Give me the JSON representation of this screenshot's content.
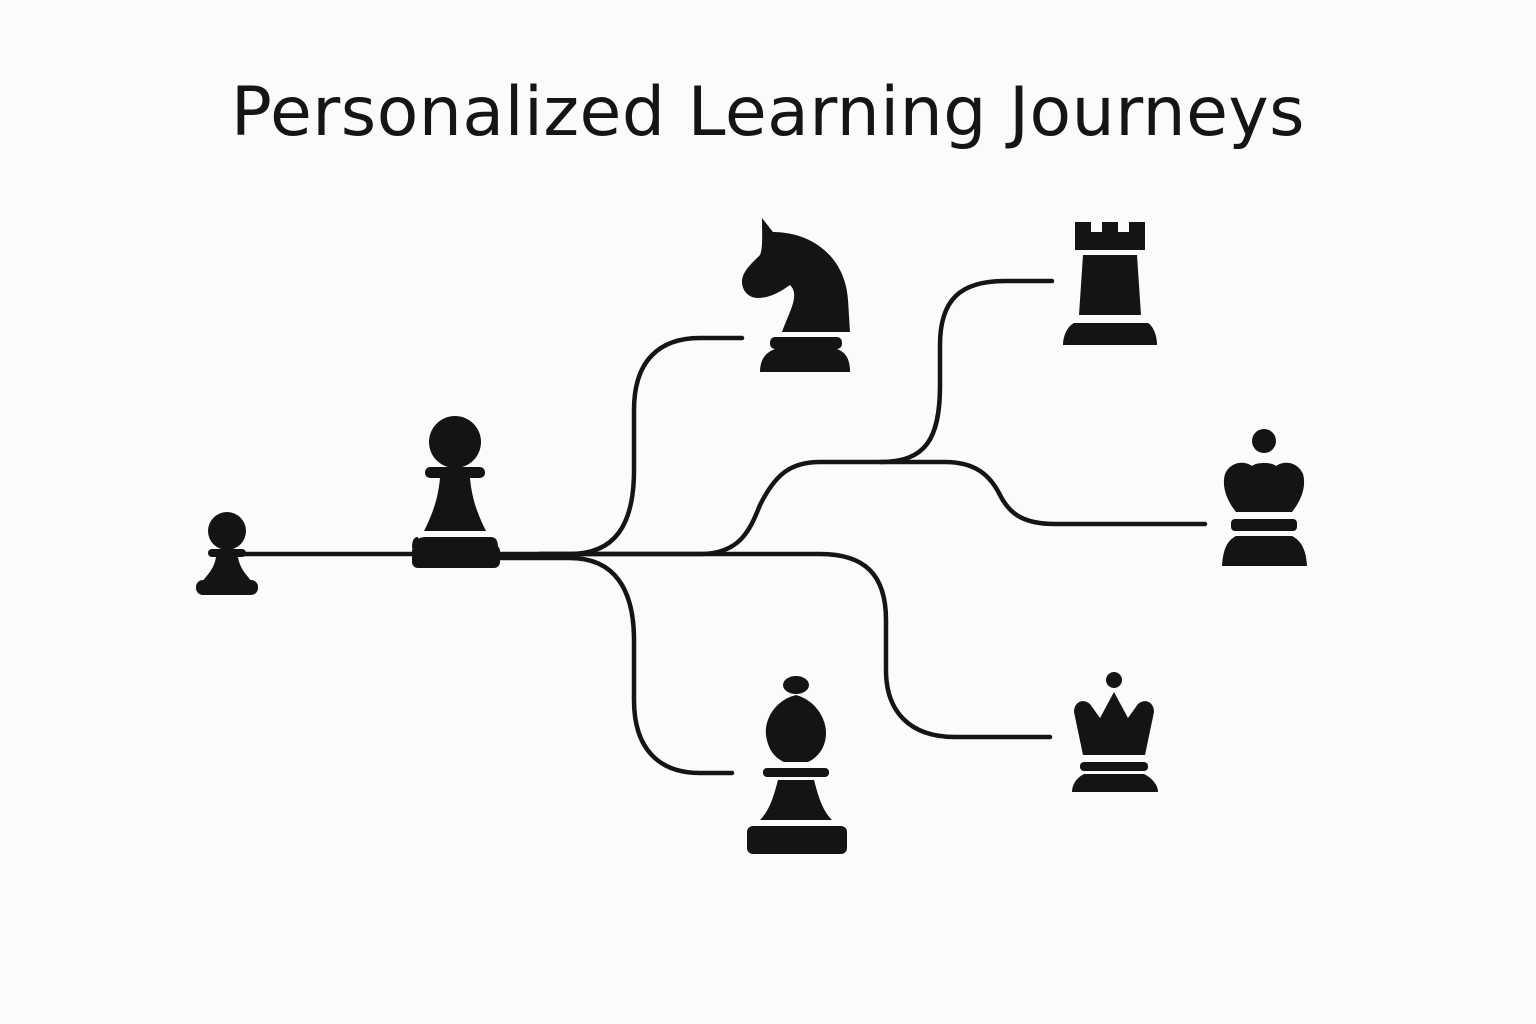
{
  "title": "Personalized Learning Journeys",
  "colors": {
    "background": "#fbfbf9",
    "ink": "#141414"
  },
  "pieces": [
    {
      "id": "start",
      "icon": "small-pawn-icon"
    },
    {
      "id": "step",
      "icon": "pawn-icon"
    },
    {
      "id": "knight",
      "icon": "knight-icon"
    },
    {
      "id": "rook",
      "icon": "rook-icon"
    },
    {
      "id": "king",
      "icon": "king-icon"
    },
    {
      "id": "queen",
      "icon": "queen-icon"
    },
    {
      "id": "bishop",
      "icon": "bishop-icon"
    }
  ]
}
